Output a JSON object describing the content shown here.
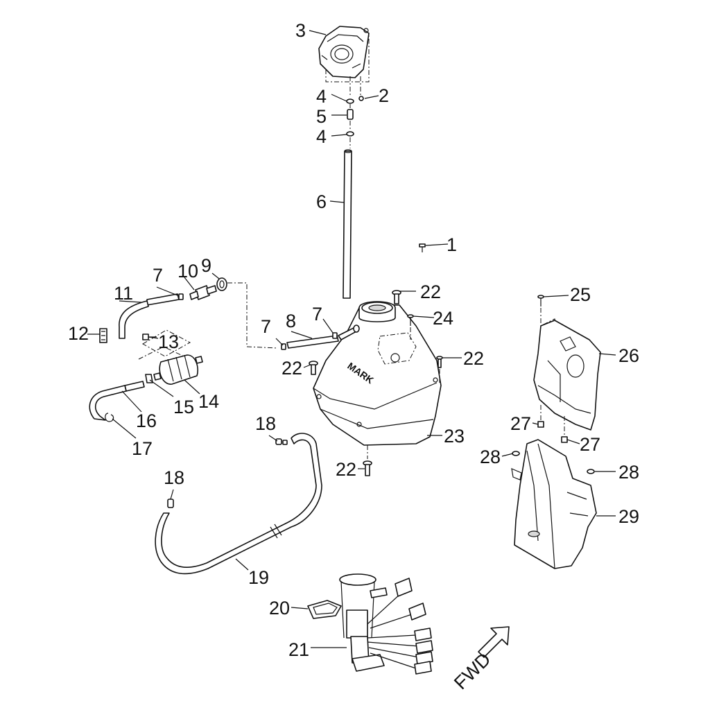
{
  "diagram": {
    "callouts": [
      {
        "id": "c1",
        "text": "1"
      },
      {
        "id": "c2",
        "text": "2"
      },
      {
        "id": "c3",
        "text": "3"
      },
      {
        "id": "c4a",
        "text": "4"
      },
      {
        "id": "c4b",
        "text": "4"
      },
      {
        "id": "c5",
        "text": "5"
      },
      {
        "id": "c6",
        "text": "6"
      },
      {
        "id": "c7a",
        "text": "7"
      },
      {
        "id": "c7b",
        "text": "7"
      },
      {
        "id": "c7c",
        "text": "7"
      },
      {
        "id": "c8",
        "text": "8"
      },
      {
        "id": "c9",
        "text": "9"
      },
      {
        "id": "c10",
        "text": "10"
      },
      {
        "id": "c11",
        "text": "11"
      },
      {
        "id": "c12",
        "text": "12"
      },
      {
        "id": "c13",
        "text": "13"
      },
      {
        "id": "c14",
        "text": "14"
      },
      {
        "id": "c15",
        "text": "15"
      },
      {
        "id": "c16",
        "text": "16"
      },
      {
        "id": "c17",
        "text": "17"
      },
      {
        "id": "c18a",
        "text": "18"
      },
      {
        "id": "c18b",
        "text": "18"
      },
      {
        "id": "c19",
        "text": "19"
      },
      {
        "id": "c20",
        "text": "20"
      },
      {
        "id": "c21",
        "text": "21"
      },
      {
        "id": "c22a",
        "text": "22"
      },
      {
        "id": "c22b",
        "text": "22"
      },
      {
        "id": "c22c",
        "text": "22"
      },
      {
        "id": "c22d",
        "text": "22"
      },
      {
        "id": "c23",
        "text": "23"
      },
      {
        "id": "c24",
        "text": "24"
      },
      {
        "id": "c25",
        "text": "25"
      },
      {
        "id": "c26",
        "text": "26"
      },
      {
        "id": "c27a",
        "text": "27"
      },
      {
        "id": "c27b",
        "text": "27"
      },
      {
        "id": "c28a",
        "text": "28"
      },
      {
        "id": "c28b",
        "text": "28"
      },
      {
        "id": "c29",
        "text": "29"
      }
    ],
    "direction_label": "FWD"
  }
}
